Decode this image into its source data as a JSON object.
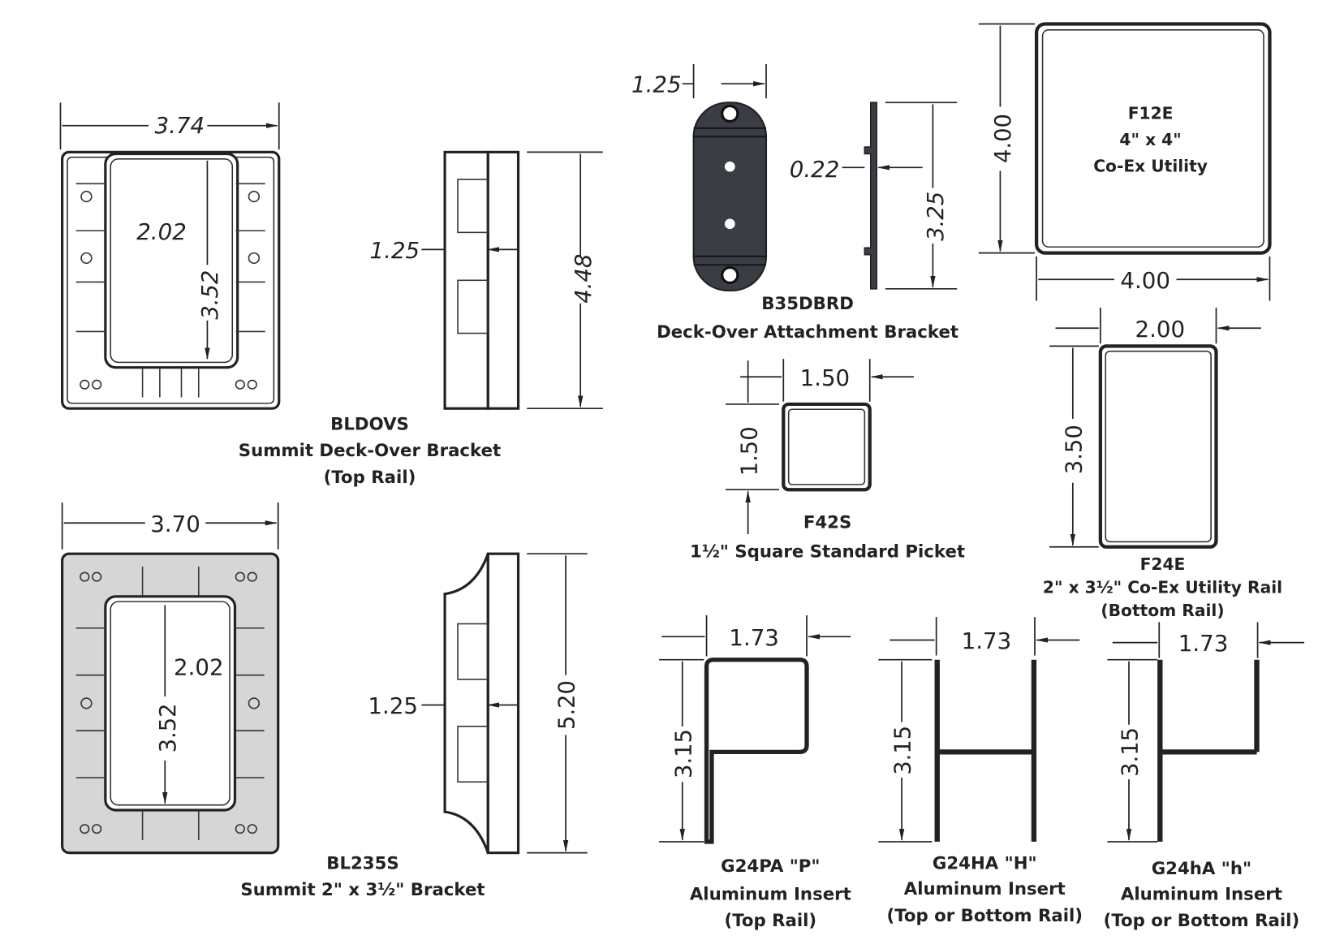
{
  "parts": {
    "bldovs": {
      "code": "BLDOVS",
      "name": "Summit Deck-Over Bracket",
      "note": "(Top Rail)",
      "width": "3.74",
      "inner_width": "2.02",
      "inner_height": "3.52",
      "depth": "1.25",
      "height": "4.48"
    },
    "bl235s": {
      "code": "BL235S",
      "name": "Summit 2\" x 3½\" Bracket",
      "width": "3.70",
      "inner_width": "2.02",
      "inner_height": "3.52",
      "depth": "1.25",
      "height": "5.20"
    },
    "b35dbrd": {
      "code": "B35DBRD",
      "name": "Deck-Over Attachment Bracket",
      "width": "1.25",
      "thickness": "0.22",
      "height": "3.25"
    },
    "f12e": {
      "code": "F12E",
      "size": "4\" x 4\"",
      "name": "Co-Ex Utility",
      "height": "4.00",
      "width": "4.00"
    },
    "f42s": {
      "code": "F42S",
      "name": "1½\" Square Standard Picket",
      "width": "1.50",
      "height": "1.50"
    },
    "f24e": {
      "code": "F24E",
      "name": "2\" x 3½\" Co-Ex Utility Rail",
      "note": "(Bottom Rail)",
      "width": "2.00",
      "height": "3.50"
    },
    "g24pa": {
      "code": "G24PA \"P\"",
      "name": "Aluminum Insert",
      "note": "(Top Rail)",
      "width": "1.73",
      "height": "3.15"
    },
    "g24ha": {
      "code": "G24HA \"H\"",
      "name": "Aluminum Insert",
      "note": "(Top or Bottom Rail)",
      "width": "1.73",
      "height": "3.15"
    },
    "g24ha_lower": {
      "code": "G24hA \"h\"",
      "name": "Aluminum Insert",
      "note": "(Top or Bottom Rail)",
      "width": "1.73",
      "height": "3.15"
    }
  }
}
